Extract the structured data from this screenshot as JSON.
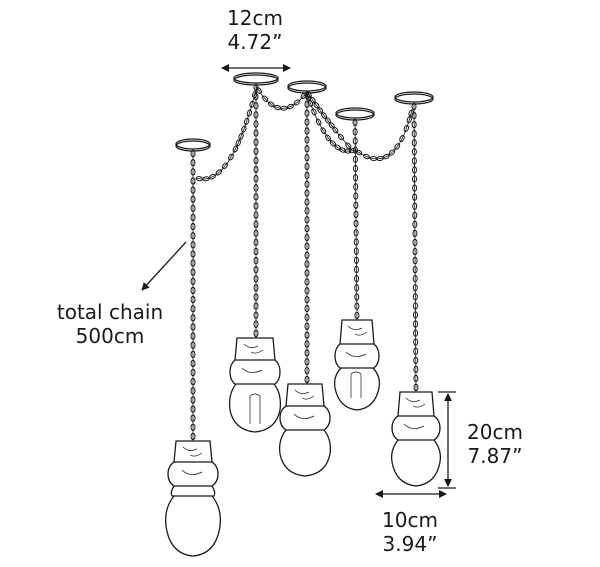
{
  "dimensions": {
    "canopy_width": {
      "metric": "12cm",
      "imperial": "4.72”"
    },
    "chain_length": {
      "line1": "total chain",
      "line2": "500cm"
    },
    "shade_height": {
      "metric": "20cm",
      "imperial": "7.87”"
    },
    "shade_width": {
      "metric": "10cm",
      "imperial": "3.94”"
    }
  },
  "colors": {
    "line": "#1a1a1a",
    "background": "#ffffff"
  }
}
